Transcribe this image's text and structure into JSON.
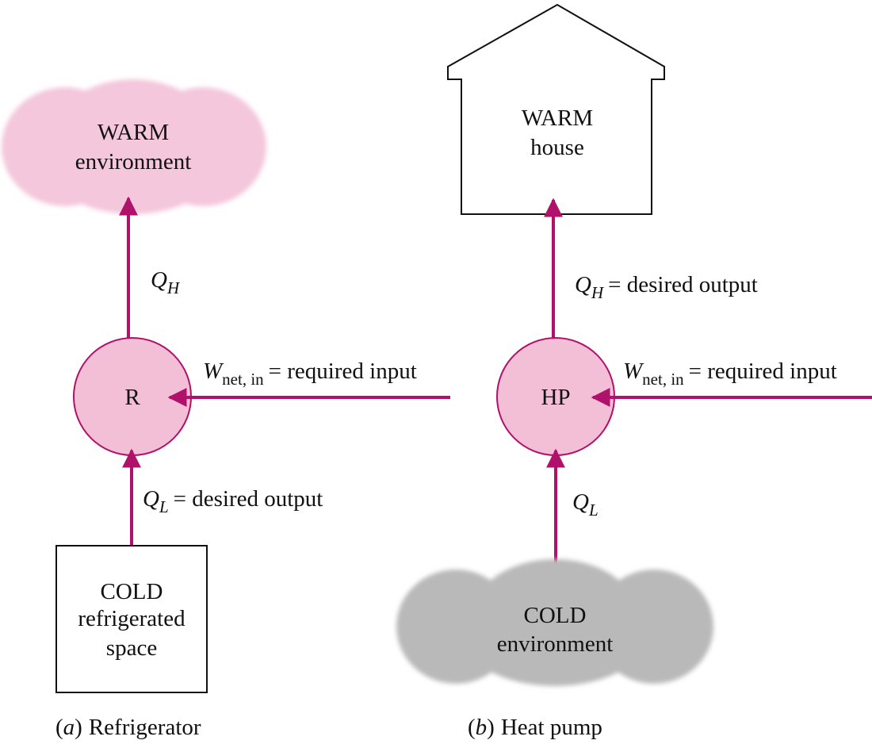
{
  "colors": {
    "arrow": "#b0116a",
    "warm_cloud": "#f4c7dc",
    "cold_cloud": "#b9b9b9",
    "node_fill": "#f2bfd6",
    "node_stroke": "#b0116a",
    "outline": "#111111"
  },
  "refrigerator": {
    "warm": {
      "line1": "WARM",
      "line2": "environment"
    },
    "node": "R",
    "qh": {
      "symbol": "Q",
      "sub": "H"
    },
    "work": {
      "symbol": "W",
      "sub": "net, in",
      "text": "= required input"
    },
    "ql": {
      "symbol": "Q",
      "sub": "L",
      "text": "= desired output"
    },
    "cold": {
      "line1": "COLD",
      "line2": "refrigerated",
      "line3": "space"
    },
    "caption": {
      "letter": "a",
      "text": "Refrigerator"
    }
  },
  "heat_pump": {
    "warm": {
      "line1": "WARM",
      "line2": "house"
    },
    "node": "HP",
    "qh": {
      "symbol": "Q",
      "sub": "H",
      "text": "= desired output"
    },
    "work": {
      "symbol": "W",
      "sub": "net, in",
      "text": "= required input"
    },
    "ql": {
      "symbol": "Q",
      "sub": "L"
    },
    "cold": {
      "line1": "COLD",
      "line2": "environment"
    },
    "caption": {
      "letter": "b",
      "text": "Heat pump"
    }
  }
}
